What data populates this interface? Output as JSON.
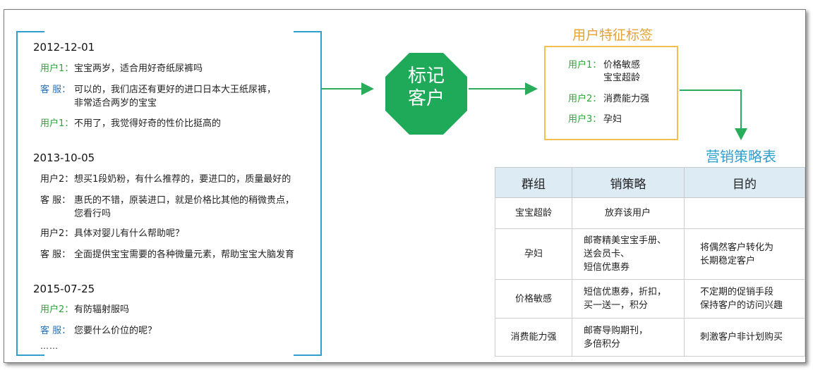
{
  "conversations": [
    {
      "date": "2012-12-01",
      "lines": [
        {
          "speaker": "用户1：",
          "text": "宝宝两岁，适合用好奇纸尿裤吗",
          "role": "user"
        },
        {
          "speaker": "客  服：",
          "text": "可以的，我们店还有更好的进口日本大王纸尿裤，\n非常适合两岁的宝宝",
          "role": "cs"
        },
        {
          "speaker": "用户1：",
          "text": "不用了，我觉得好奇的性价比挺高的",
          "role": "user"
        }
      ]
    },
    {
      "date": "2013-10-05",
      "lines": [
        {
          "speaker": "用户2：",
          "text": "想买1段奶粉，有什么推荐的，要进口的，质量最好的",
          "role": "user-dark"
        },
        {
          "speaker": "客  服：",
          "text": "惠氏的不错，原装进口，就是价格比其他的稍微贵点，\n您看行吗",
          "role": "cs-dark"
        },
        {
          "speaker": "用户2：",
          "text": "具体对婴儿有什么帮助呢？",
          "role": "user-dark"
        },
        {
          "speaker": "客  服：",
          "text": "全面提供宝宝需要的各种微量元素，帮助宝宝大脑发育",
          "role": "cs-dark"
        }
      ]
    },
    {
      "date": "2015-07-25",
      "lines": [
        {
          "speaker": "用户2：",
          "text": "有防辐射服吗",
          "role": "user"
        },
        {
          "speaker": "客  服：",
          "text": "您要什么价位的呢？",
          "role": "cs"
        }
      ],
      "more": "……"
    }
  ],
  "process_node": {
    "label_line1": "标记",
    "label_line2": "客户",
    "color": "#1faa5a"
  },
  "tags": {
    "title": "用户特征标签",
    "items": [
      {
        "key": "用户1：",
        "value": "价格敏感\n宝宝超龄"
      },
      {
        "key": "用户2：",
        "value": "消费能力强"
      },
      {
        "key": "用户3：",
        "value": "孕妇"
      }
    ]
  },
  "strategy_table": {
    "title": "营销策略表",
    "headers": [
      "群组",
      "销策略",
      "目的"
    ],
    "rows": [
      {
        "group": "宝宝超龄",
        "strategy": "放弃该用户",
        "goal": ""
      },
      {
        "group": "孕妇",
        "strategy": "邮寄精美宝宝手册、\n送会员卡、\n短信优惠券",
        "goal": "将偶然客户转化为\n长期稳定客户"
      },
      {
        "group": "价格敏感",
        "strategy": "短信优惠券，折扣，\n买一送一，积分",
        "goal": "不定期的促销手段\n保持客户的访问兴趣"
      },
      {
        "group": "消费能力强",
        "strategy": "邮寄导购期刊，\n多倍积分",
        "goal": "刺激客户非计划购买"
      }
    ]
  },
  "colors": {
    "accent_green": "#2ea33a",
    "accent_blue": "#2f9fd0",
    "accent_orange": "#e5a235",
    "arrow": "#2aad5a"
  }
}
